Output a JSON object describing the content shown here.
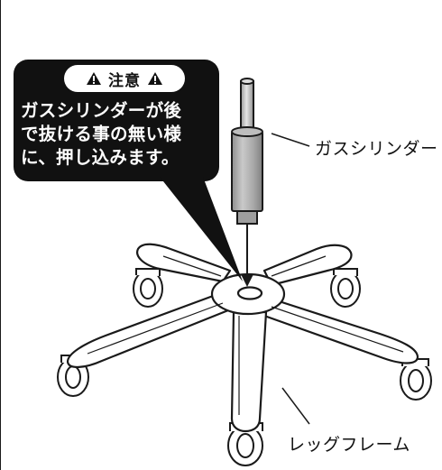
{
  "callout": {
    "heading": "注意",
    "lines": [
      "ガスシリンダーが後",
      "で抜ける事の無い様",
      "に、押し込みます。"
    ]
  },
  "labels": {
    "gas_cylinder": "ガスシリンダー",
    "leg_frame": "レッグフレーム"
  },
  "colors": {
    "bubble": "#111111",
    "cylinder": "#a8a8a8",
    "line": "#1a1a1a"
  }
}
